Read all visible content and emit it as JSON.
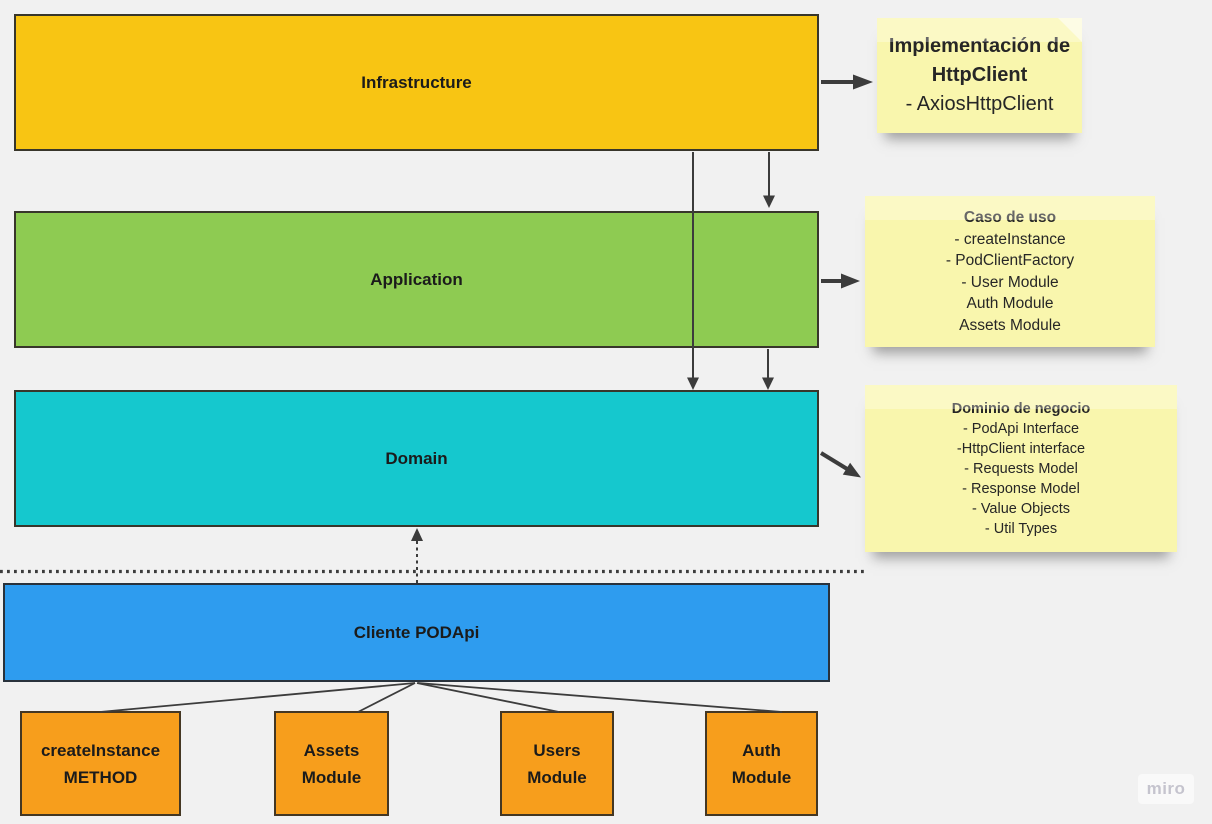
{
  "board": {
    "background": "#f1f1f1",
    "watermark": "miro"
  },
  "layers": [
    {
      "label": "Infrastructure",
      "color": "#f8c513"
    },
    {
      "label": "Application",
      "color": "#8ecb52"
    },
    {
      "label": "Domain",
      "color": "#15c8ce"
    }
  ],
  "client": {
    "label": "Cliente PODApi",
    "color": "#2e9cef"
  },
  "modules": [
    {
      "line1": "createInstance",
      "line2": "METHOD",
      "color": "#f79e1c"
    },
    {
      "line1": "Assets",
      "line2": "Module",
      "color": "#f79e1c"
    },
    {
      "line1": "Users",
      "line2": "Module",
      "color": "#f79e1c"
    },
    {
      "line1": "Auth",
      "line2": "Module",
      "color": "#f79e1c"
    }
  ],
  "notes": [
    {
      "title": "Implementación de HttpClient",
      "items": [
        "- AxiosHttpClient"
      ],
      "color": "#f9f6ad"
    },
    {
      "title": "Caso de uso",
      "items": [
        "- createInstance",
        "- PodClientFactory",
        "- User Module",
        "Auth Module",
        "Assets Module"
      ],
      "color": "#f9f6ad"
    },
    {
      "title": "Dominio de negocio",
      "items": [
        "- PodApi Interface",
        "-HttpClient interface",
        "- Requests Model",
        "- Response Model",
        "- Value Objects",
        "- Util Types"
      ],
      "color": "#f9f6ad"
    }
  ]
}
